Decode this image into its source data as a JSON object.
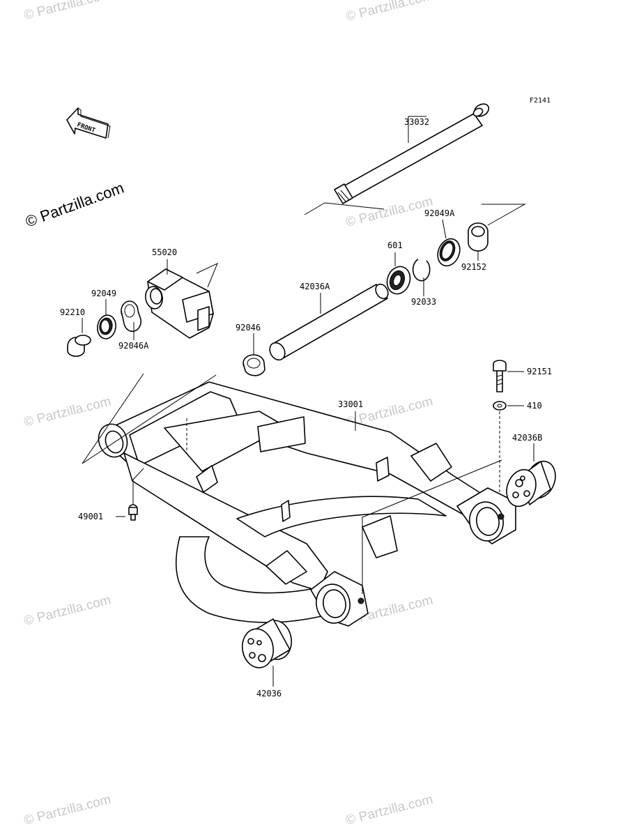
{
  "figure_code": "F2141",
  "watermark_text": "© Partzilla.com",
  "brand_text": "© Partzilla.com",
  "front_arrow_text": "FRONT",
  "parts": [
    {
      "id": "33032"
    },
    {
      "id": "92049A"
    },
    {
      "id": "92152"
    },
    {
      "id": "601"
    },
    {
      "id": "92033"
    },
    {
      "id": "55020"
    },
    {
      "id": "42036A"
    },
    {
      "id": "92049"
    },
    {
      "id": "92210"
    },
    {
      "id": "92046A"
    },
    {
      "id": "92046"
    },
    {
      "id": "92151"
    },
    {
      "id": "410"
    },
    {
      "id": "33001"
    },
    {
      "id": "42036B"
    },
    {
      "id": "49001"
    },
    {
      "id": "42036"
    }
  ]
}
